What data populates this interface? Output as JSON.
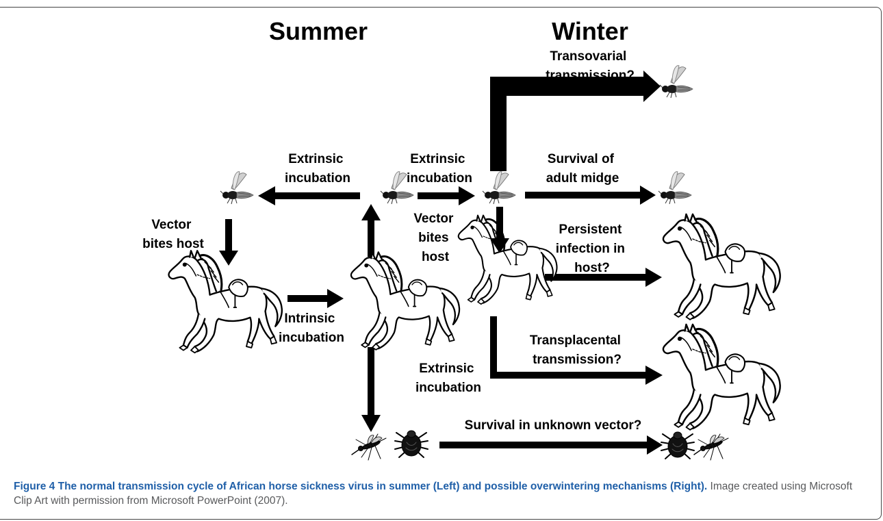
{
  "seasons": {
    "summer": "Summer",
    "winter": "Winter"
  },
  "labels": {
    "extrinsic_left": [
      "Extrinsic",
      "incubation"
    ],
    "extrinsic_mid": [
      "Extrinsic",
      "incubation"
    ],
    "transovarial": [
      "Transovarial",
      "transmission?"
    ],
    "survival_adult": [
      "Survival of",
      "adult midge"
    ],
    "vector_bites_left": [
      "Vector",
      "bites host"
    ],
    "vector_bites_mid": [
      "Vector",
      "bites",
      "host"
    ],
    "persistent": [
      "Persistent",
      "infection in",
      "host?"
    ],
    "intrinsic": [
      "Intrinsic",
      "incubation"
    ],
    "transplacental": [
      "Transplacental",
      "transmission?"
    ],
    "extrinsic_bottom": [
      "Extrinsic",
      "incubation"
    ],
    "unknown_vector": "Survival in unknown vector?"
  },
  "icons": [
    "midge-icon",
    "horse-icon",
    "mosquito-icon",
    "tick-icon",
    "arrow-icon"
  ],
  "caption": {
    "title": "Figure 4 The normal transmission cycle of African horse sickness virus in summer (Left) and possible overwintering mechanisms (Right).",
    "text": " Image created using Microsoft Clip Art with permission from Microsoft PowerPoint (2007)."
  }
}
